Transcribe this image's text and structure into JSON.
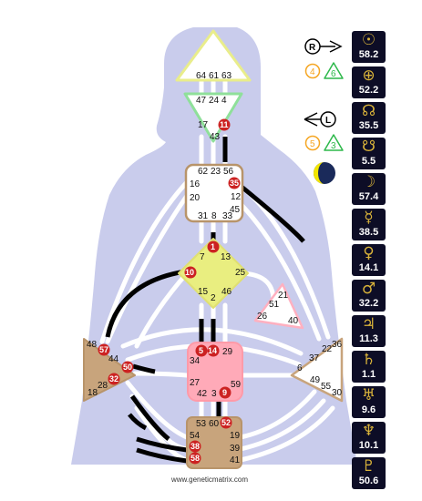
{
  "credit": "www.geneticmatrix.com",
  "variables": {
    "top_arrow_letter": "R",
    "top_num_a": "4",
    "top_num_b": "6",
    "bottom_arrow_letter": "L",
    "bottom_num_a": "5",
    "bottom_num_b": "3"
  },
  "planets": [
    {
      "icon": "sun-icon",
      "glyph": "☉",
      "value": "58.2"
    },
    {
      "icon": "earth-icon",
      "glyph": "⊕",
      "value": "52.2"
    },
    {
      "icon": "north-node-icon",
      "glyph": "☊",
      "value": "35.5"
    },
    {
      "icon": "south-node-icon",
      "glyph": "☋",
      "value": "5.5"
    },
    {
      "icon": "moon-icon",
      "glyph": "☽",
      "value": "57.4"
    },
    {
      "icon": "mercury-icon",
      "glyph": "☿",
      "value": "38.5"
    },
    {
      "icon": "venus-icon",
      "glyph": "♀",
      "value": "14.1"
    },
    {
      "icon": "mars-icon",
      "glyph": "♂",
      "value": "32.2"
    },
    {
      "icon": "jupiter-icon",
      "glyph": "♃",
      "value": "11.3"
    },
    {
      "icon": "saturn-icon",
      "glyph": "♄",
      "value": "1.1"
    },
    {
      "icon": "uranus-icon",
      "glyph": "♅",
      "value": "9.6"
    },
    {
      "icon": "neptune-icon",
      "glyph": "♆",
      "value": "10.1"
    },
    {
      "icon": "pluto-icon",
      "glyph": "♇",
      "value": "50.6"
    }
  ],
  "gates": {
    "head": [
      "64",
      "61",
      "63"
    ],
    "ajna": [
      "47",
      "24",
      "4",
      "17",
      "11",
      "43"
    ],
    "throat": [
      "62",
      "23",
      "56",
      "16",
      "35",
      "20",
      "12",
      "45",
      "31",
      "8",
      "33"
    ],
    "g": [
      "1",
      "7",
      "13",
      "10",
      "25",
      "15",
      "46",
      "2"
    ],
    "heart": [
      "21",
      "51",
      "26",
      "40"
    ],
    "sacral": [
      "5",
      "14",
      "29",
      "34",
      "27",
      "59",
      "42",
      "3",
      "9"
    ],
    "spleen": [
      "48",
      "57",
      "44",
      "50",
      "32",
      "28",
      "18"
    ],
    "solar": [
      "36",
      "22",
      "37",
      "6",
      "49",
      "55",
      "30"
    ],
    "root": [
      "53",
      "60",
      "52",
      "54",
      "19",
      "38",
      "39",
      "58",
      "41"
    ]
  }
}
